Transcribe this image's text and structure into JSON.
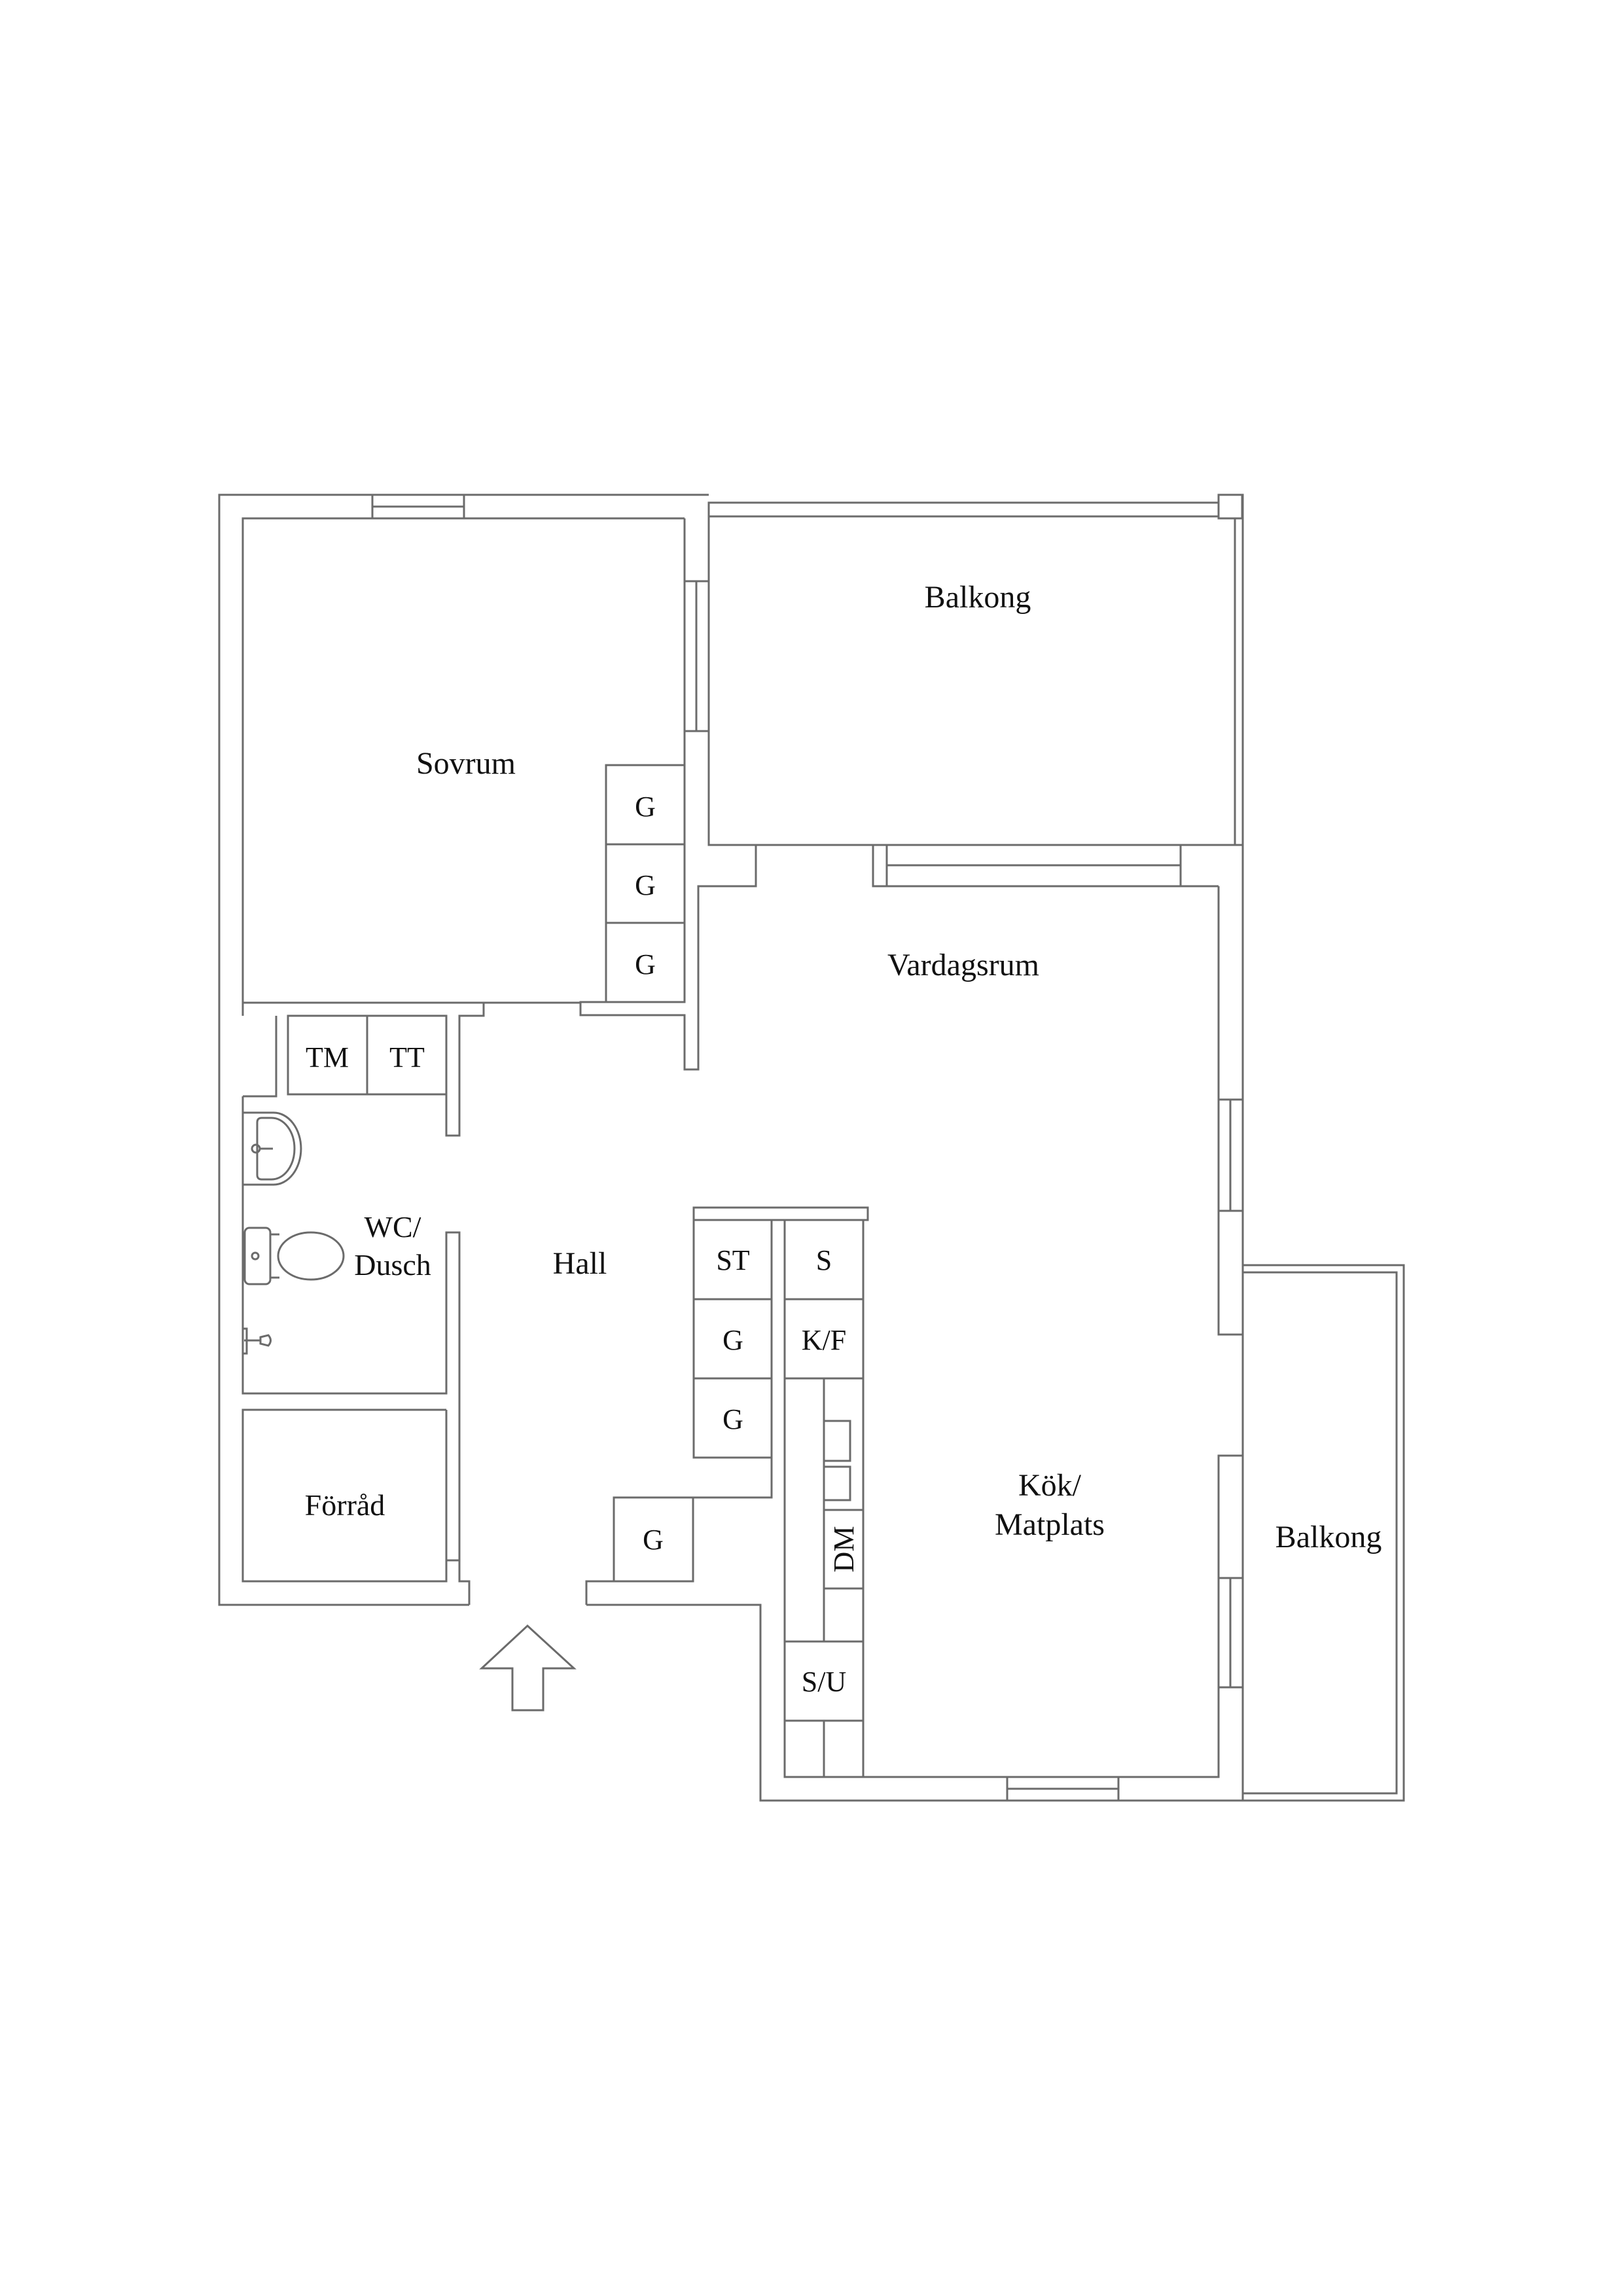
{
  "plan": {
    "colors": {
      "line": "#6b6b6b",
      "text": "#111111",
      "background": "#ffffff"
    },
    "rooms": {
      "sovrum": "Sovrum",
      "balkong_top": "Balkong",
      "vardagsrum": "Vardagsrum",
      "wc_line1": "WC/",
      "wc_line2": "Dusch",
      "hall": "Hall",
      "forrad": "Förråd",
      "kok_line1": "Kök/",
      "kok_line2": "Matplats",
      "balkong_right": "Balkong"
    },
    "fixtures": {
      "sovrum_closets": [
        "G",
        "G",
        "G"
      ],
      "tm": "TM",
      "tt": "TT",
      "hall_column": [
        "ST",
        "G",
        "G"
      ],
      "kitchen_column": [
        "S",
        "K/F"
      ],
      "dm": "DM",
      "su": "S/U",
      "entry_closet": "G"
    },
    "entry_arrow_icon": "arrow-up-icon"
  }
}
